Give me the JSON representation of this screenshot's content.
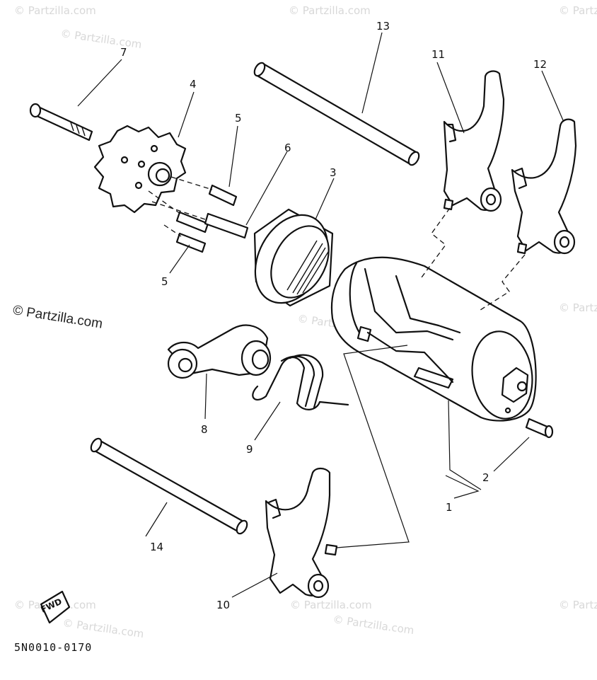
{
  "watermark_text": "© Partzilla.com",
  "brand_text": "© Partzilla.com",
  "diagram_code": "5N0010-0170",
  "fwd_label": "FWD",
  "callouts": {
    "c1": "1",
    "c2": "2",
    "c3": "3",
    "c4": "4",
    "c5a": "5",
    "c5b": "5",
    "c6": "6",
    "c7": "7",
    "c8": "8",
    "c9": "9",
    "c10": "10",
    "c11": "11",
    "c12": "12",
    "c13": "13",
    "c14": "14"
  }
}
